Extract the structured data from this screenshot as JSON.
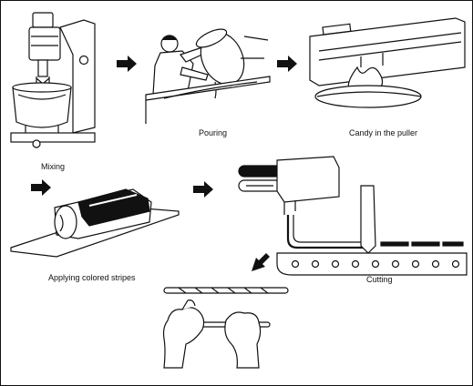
{
  "steps": {
    "mixing": "Mixing",
    "pouring": "Pouring",
    "puller": "Candy in the puller",
    "stripes": "Applying colored stripes",
    "cutting": "Cutting"
  },
  "colors": {
    "ink": "#111111",
    "paper": "#ffffff",
    "shade": "#555555"
  }
}
